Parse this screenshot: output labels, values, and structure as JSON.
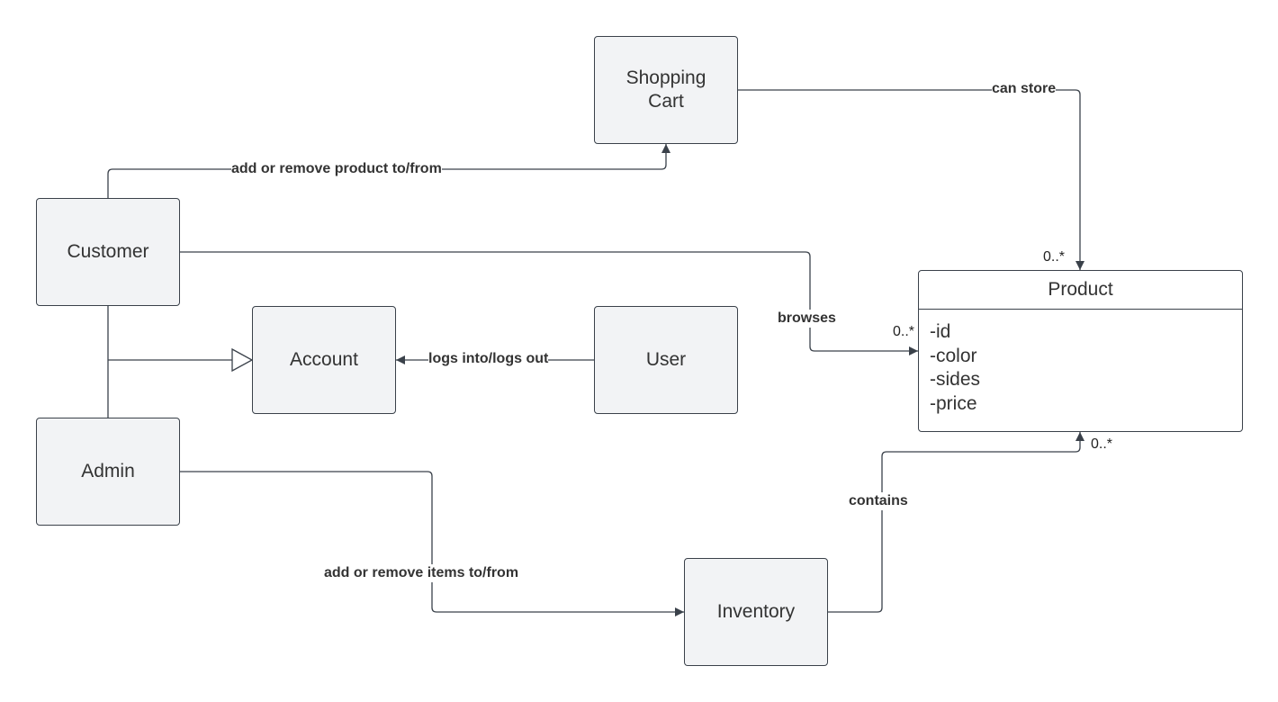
{
  "classes": {
    "shopping_cart": {
      "label": "Shopping\nCart"
    },
    "customer": {
      "label": "Customer"
    },
    "account": {
      "label": "Account"
    },
    "user": {
      "label": "User"
    },
    "admin": {
      "label": "Admin"
    },
    "inventory": {
      "label": "Inventory"
    },
    "product": {
      "title": "Product",
      "attributes": [
        "-id",
        "-color",
        "-sides",
        "-price"
      ]
    }
  },
  "relations": {
    "can_store": "can store",
    "add_remove_product": "add or remove product to/from",
    "browses": "browses",
    "logs_into": "logs into/logs out",
    "add_remove_items": "add or remove items to/from",
    "contains": "contains"
  },
  "multiplicities": {
    "cart_product": "0..*",
    "browses_product": "0..*",
    "contains_product": "0..*"
  },
  "colors": {
    "line": "#3a414a",
    "box_fill": "#f2f3f5",
    "text": "#333333"
  }
}
